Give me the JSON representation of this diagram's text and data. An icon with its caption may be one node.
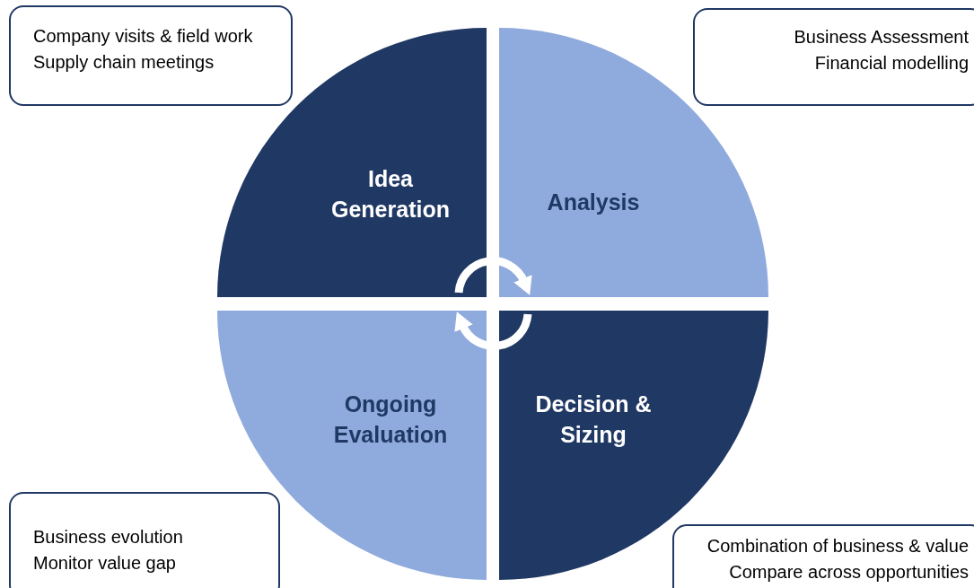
{
  "diagram": {
    "nodes": [
      {
        "text": [
          "Company visits & field work",
          "Supply chain meetings"
        ]
      },
      {
        "text": [
          "Business Assessment",
          "Financial modelling"
        ]
      },
      {
        "text": [
          "Idea Generation"
        ]
      },
      {
        "text": [
          "Analysis"
        ]
      },
      {
        "text": [
          "Ongoing Evaluation"
        ]
      },
      {
        "text": [
          "Decision & Sizing"
        ]
      },
      {
        "text": [
          "Business evolution",
          "Monitor value gap"
        ]
      },
      {
        "text": [
          "Combination of business & value",
          "Compare across opportunities"
        ]
      }
    ],
    "edges": [
      {
        "from": 2,
        "to": 3,
        "arrow": "to"
      },
      {
        "from": 5,
        "to": 4,
        "arrow": "to"
      }
    ]
  }
}
